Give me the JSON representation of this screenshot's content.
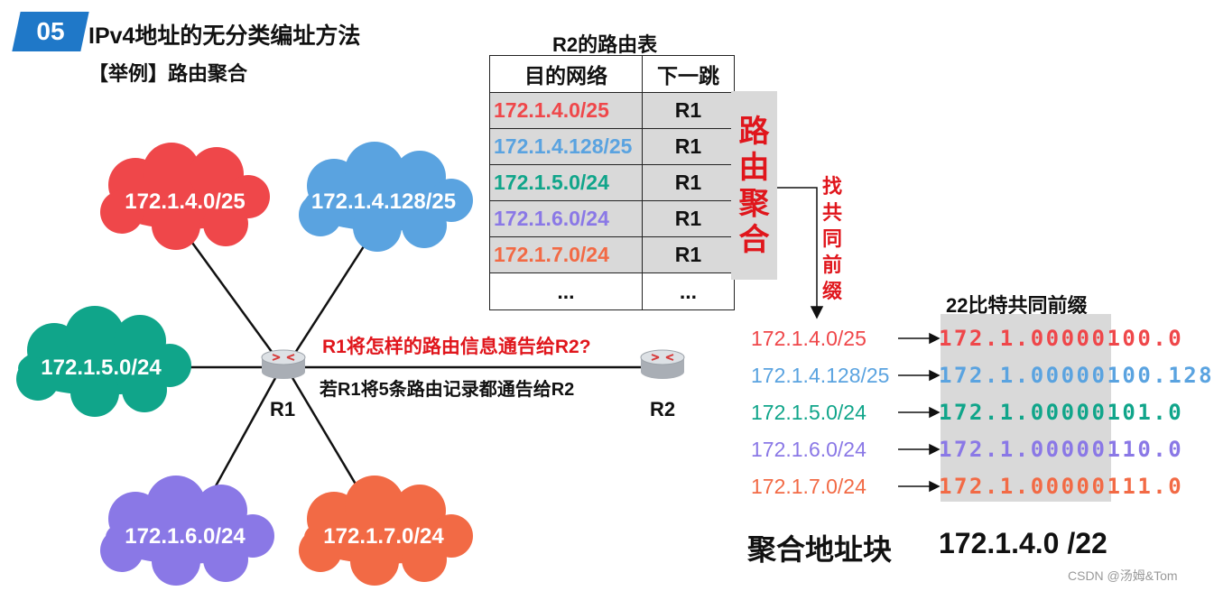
{
  "header": {
    "badge": "05",
    "title": "IPv4地址的无分类编址方法",
    "subtitle": "【举例】路由聚合"
  },
  "colors": {
    "red": "#ef474a",
    "blue": "#5aa3e0",
    "teal": "#10a58a",
    "purple": "#8a78e6",
    "orange": "#f26a45",
    "accent_red": "#e0161c",
    "badge_blue": "#1f78c8"
  },
  "diagram": {
    "networks": [
      "172.1.4.0/25",
      "172.1.4.128/25",
      "172.1.5.0/24",
      "172.1.6.0/24",
      "172.1.7.0/24"
    ],
    "router1": "R1",
    "router2": "R2",
    "question": "R1将怎样的路由信息通告给R2?",
    "statement": "若R1将5条路由记录都通告给R2"
  },
  "routing_table": {
    "title": "R2的路由表",
    "headers": [
      "目的网络",
      "下一跳"
    ],
    "rows": [
      {
        "network": "172.1.4.0/25",
        "next_hop": "R1"
      },
      {
        "network": "172.1.4.128/25",
        "next_hop": "R1"
      },
      {
        "network": "172.1.5.0/24",
        "next_hop": "R1"
      },
      {
        "network": "172.1.6.0/24",
        "next_hop": "R1"
      },
      {
        "network": "172.1.7.0/24",
        "next_hop": "R1"
      }
    ],
    "ellipsis": [
      "...",
      "..."
    ]
  },
  "aggregation": {
    "label_chars": [
      "路",
      "由",
      "聚",
      "合"
    ],
    "find_chars": [
      "找",
      "共",
      "同",
      "前",
      "缀"
    ],
    "prefix_title": "22比特共同前缀",
    "rows": [
      {
        "net": "172.1.4.0/25",
        "prefix": "172.1.000001",
        "suffix": "00.0"
      },
      {
        "net": "172.1.4.128/25",
        "prefix": "172.1.000001",
        "suffix": "00.128"
      },
      {
        "net": "172.1.5.0/24",
        "prefix": "172.1.000001",
        "suffix": "01.0"
      },
      {
        "net": "172.1.6.0/24",
        "prefix": "172.1.000001",
        "suffix": "10.0"
      },
      {
        "net": "172.1.7.0/24",
        "prefix": "172.1.000001",
        "suffix": "11.0"
      }
    ],
    "summary_label": "聚合地址块",
    "summary_value": "172.1.4.0 /22"
  },
  "watermark": "CSDN @汤姆&Tom"
}
